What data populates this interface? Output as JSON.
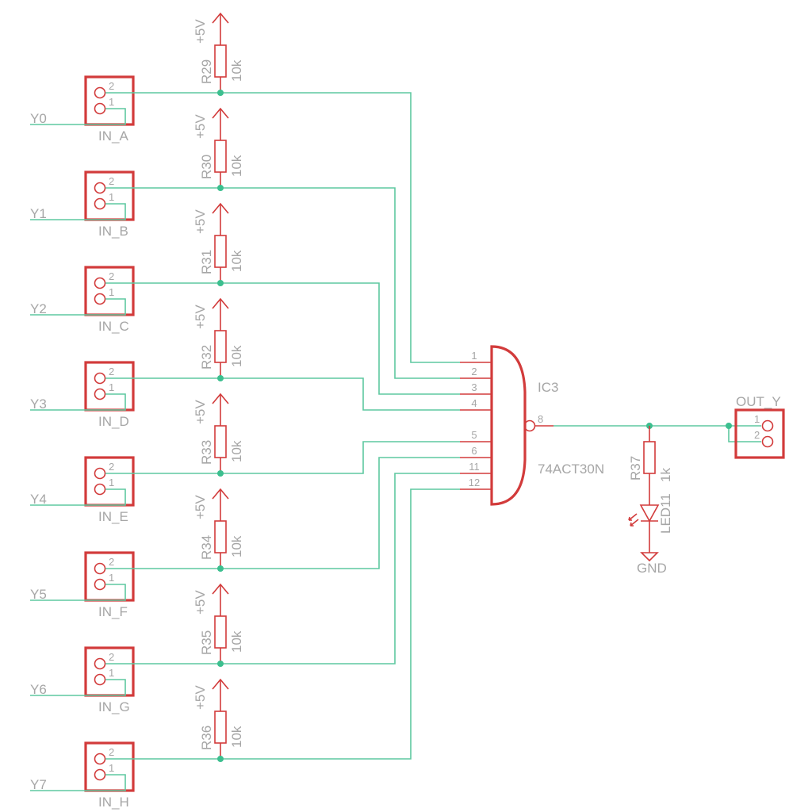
{
  "schematic": {
    "colors": {
      "wire": "#5ec8a0",
      "part": "#d23b3b",
      "text": "#a6a6a6",
      "junction": "#3cbf8f"
    },
    "inputs": [
      {
        "connector": "IN_A",
        "net": "Y0",
        "resistor": "R29",
        "value": "10k",
        "supply": "+5V",
        "gate_pin": "1"
      },
      {
        "connector": "IN_B",
        "net": "Y1",
        "resistor": "R30",
        "value": "10k",
        "supply": "+5V",
        "gate_pin": "2"
      },
      {
        "connector": "IN_C",
        "net": "Y2",
        "resistor": "R31",
        "value": "10k",
        "supply": "+5V",
        "gate_pin": "3"
      },
      {
        "connector": "IN_D",
        "net": "Y3",
        "resistor": "R32",
        "value": "10k",
        "supply": "+5V",
        "gate_pin": "4"
      },
      {
        "connector": "IN_E",
        "net": "Y4",
        "resistor": "R33",
        "value": "10k",
        "supply": "+5V",
        "gate_pin": "5"
      },
      {
        "connector": "IN_F",
        "net": "Y5",
        "resistor": "R34",
        "value": "10k",
        "supply": "+5V",
        "gate_pin": "6"
      },
      {
        "connector": "IN_G",
        "net": "Y6",
        "resistor": "R35",
        "value": "10k",
        "supply": "+5V",
        "gate_pin": "11"
      },
      {
        "connector": "IN_H",
        "net": "Y7",
        "resistor": "R36",
        "value": "10k",
        "supply": "+5V",
        "gate_pin": "12"
      }
    ],
    "connector_pins": [
      "2",
      "1"
    ],
    "gate": {
      "name": "IC3",
      "part": "74ACT30N",
      "output_pin": "8"
    },
    "output_connector": {
      "name": "OUT_Y",
      "pins": [
        "1",
        "2"
      ]
    },
    "indicator": {
      "resistor": "R37",
      "value": "1k",
      "led": "LED11",
      "ground": "GND"
    }
  }
}
